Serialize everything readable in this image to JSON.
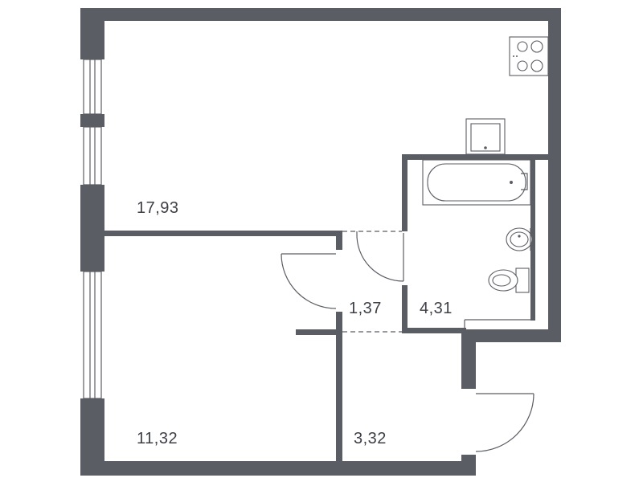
{
  "plan": {
    "wall_color": "#5a5d63",
    "rooms": [
      {
        "id": "living-room",
        "area": "17,93"
      },
      {
        "id": "bedroom",
        "area": "11,32"
      },
      {
        "id": "corridor",
        "area": "1,37"
      },
      {
        "id": "bathroom",
        "area": "4,31"
      },
      {
        "id": "hallway",
        "area": "3,32"
      }
    ],
    "fixtures": [
      "stove-icon",
      "sink-icon",
      "bathtub-icon",
      "washbasin-icon",
      "toilet-icon"
    ]
  }
}
